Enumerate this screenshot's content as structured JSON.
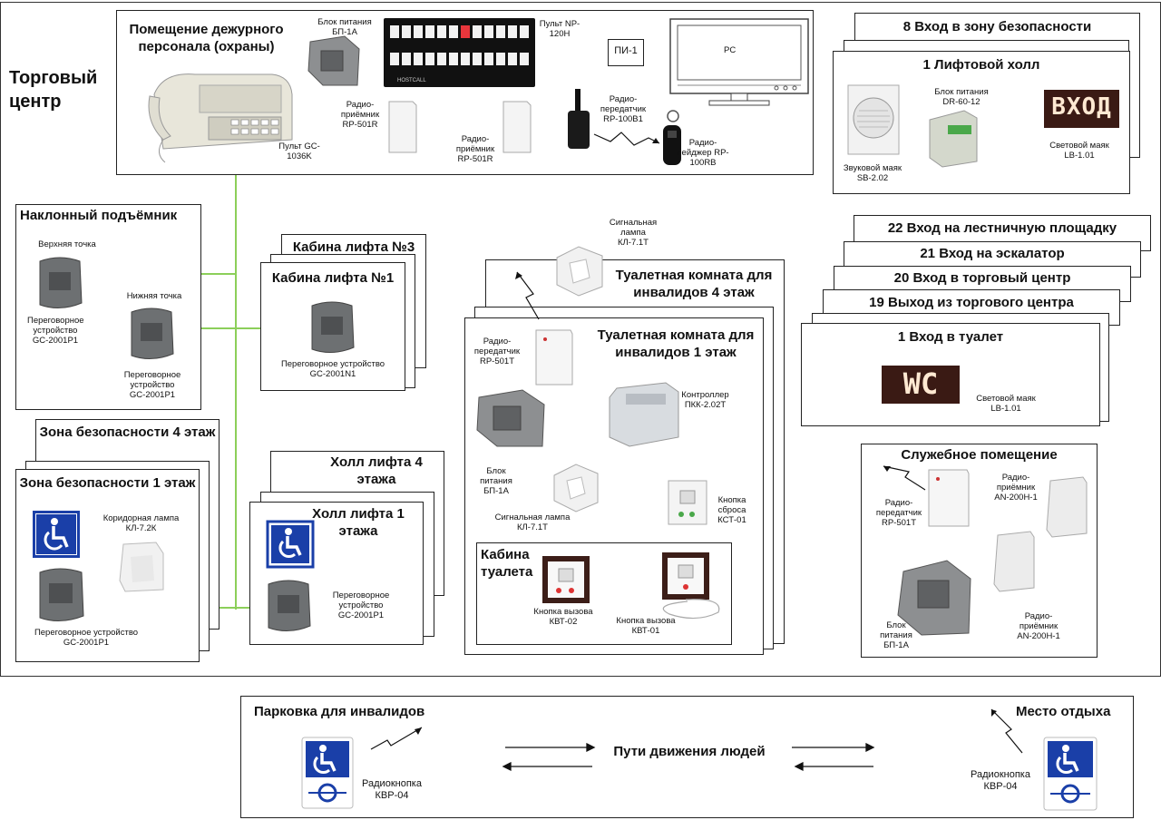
{
  "main": {
    "title": "Торговый центр"
  },
  "security_room": {
    "title": "Помещение дежурного персонала (охраны)",
    "power_supply": "Блок питания БП-1А",
    "panel_np": "Пульт NP-120H",
    "pi": "ПИ-1",
    "pc": "PC",
    "receiver1": "Радио-приёмник RP-501R",
    "receiver2": "Радио-приёмник RP-501R",
    "transmitter": "Радио-передатчик RP-100B1",
    "pager": "Радио-пейджер RP-100RB",
    "console": "Пульт GC-1036K",
    "hostcall_text": "HOSTCALL"
  },
  "safe_zone_entry": {
    "back_title": "8 Вход в зону безопасности",
    "front_title": "1 Лифтовой холл",
    "power_supply": "Блок питания DR-60-12",
    "sound_beacon": "Звуковой маяк SB-2.02",
    "light_beacon": "Световой маяк LB-1.01",
    "sign_text": "ВХОД"
  },
  "inclined_lift": {
    "title": "Наклонный подъёмник",
    "top_point": "Верхняя точка",
    "bottom_point": "Нижняя точка",
    "device_top": "Переговорное устройство GC-2001P1",
    "device_bottom": "Переговорное устройство GC-2001P1"
  },
  "lift_cabin": {
    "back_title": "Кабина лифта №3",
    "front_title": "Кабина лифта №1",
    "device": "Переговорное устройство GC-2001N1"
  },
  "toilet": {
    "signal_lamp_top": "Сигнальная лампа КЛ-7.1Т",
    "back_title": "Туалетная комната для инвалидов 4 этаж",
    "front_title": "Туалетная комната для инвалидов 1 этаж",
    "transmitter": "Радио-передатчик RP-501T",
    "controller": "Контроллер ПКК-2.02Т",
    "power_supply": "Блок питания БП-1А",
    "signal_lamp": "Сигнальная лампа КЛ-7.1Т",
    "reset_button": "Кнопка сброса КСТ-01",
    "cabin_title": "Кабина туалета",
    "call_button_1": "Кнопка вызова КВТ-02",
    "call_button_2": "Кнопка вызова КВТ-01"
  },
  "entries": {
    "titles": [
      "22 Вход на лестничную площадку",
      "21 Вход на эскалатор",
      "20 Вход в торговый центр",
      "19 Выход из торгового центра",
      "1 Вход в туалет"
    ],
    "light_beacon": "Световой маяк LB-1.01",
    "sign_text": "WC"
  },
  "safe_zone": {
    "back_title": "Зона безопасности 4 этаж",
    "front_title": "Зона безопасности 1 этаж",
    "corridor_lamp": "Коридорная лампа КЛ-7.2К",
    "device": "Переговорное устройство GC-2001P1"
  },
  "lift_hall": {
    "back_title": "Холл лифта 4 этажа",
    "front_title": "Холл лифта 1 этажа",
    "device": "Переговорное устройство GC-2001P1"
  },
  "service_room": {
    "title": "Служебное помещение",
    "transmitter": "Радио-передатчик RP-501T",
    "receiver1": "Радио-приёмник AN-200H-1",
    "receiver2": "Радио-приёмник AN-200H-1",
    "power_supply": "Блок питания БП-1А"
  },
  "bottom": {
    "parking": "Парковка для инвалидов",
    "rest_place": "Место отдыха",
    "paths": "Пути движения людей",
    "button_left": "Радиокнопка КВР-04",
    "button_right": "Радиокнопка КВР-04"
  },
  "colors": {
    "line": "#8ccf5a",
    "border": "#222222",
    "accent": "#1a3fa8"
  }
}
